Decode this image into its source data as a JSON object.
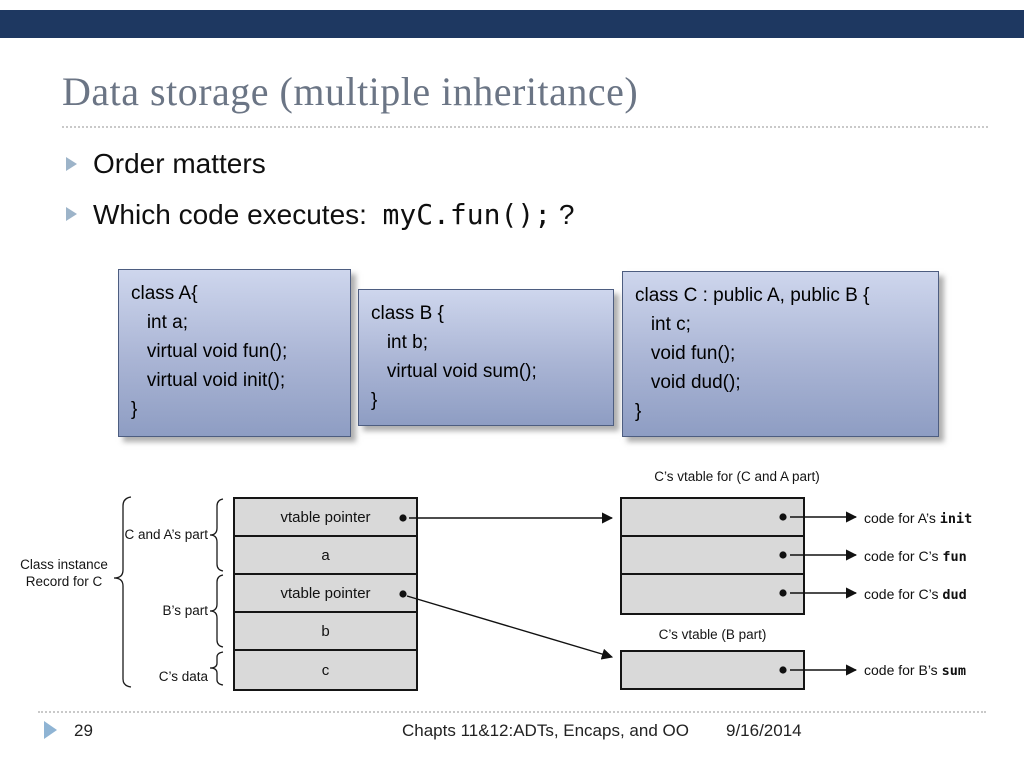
{
  "slide": {
    "title": "Data storage (multiple inheritance)",
    "bullet1": "Order matters",
    "bullet2": {
      "prefix": "Which code executes:  ",
      "code": "myC.fun();",
      "suffix": " ?"
    },
    "code_boxes": {
      "a": {
        "lines": [
          "class A{",
          "   int a;",
          "   virtual void fun();",
          "   virtual void init();",
          "}"
        ]
      },
      "b": {
        "lines": [
          "class B {",
          "   int b;",
          "   virtual void sum();",
          "}"
        ]
      },
      "c": {
        "lines": [
          "class C : public A, public B {",
          "   int c;",
          "   void fun();",
          "   void dud();",
          "}"
        ]
      }
    },
    "diagram": {
      "class_instance_label_line1": "Class instance",
      "class_instance_label_line2": "Record for C",
      "group_c_and_a": "C and A’s part",
      "group_b": "B’s part",
      "group_c_data": "C’s data",
      "record_cells": [
        "vtable pointer",
        "a",
        "vtable pointer",
        "b",
        "c"
      ],
      "vtable_ca_title": "C’s vtable for (C and A part)",
      "vtable_b_title": "C’s vtable (B part)",
      "code_labels": [
        {
          "prefix": "code for A’s ",
          "mono": "init"
        },
        {
          "prefix": "code for C’s ",
          "mono": "fun"
        },
        {
          "prefix": "code for C’s ",
          "mono": "dud"
        },
        {
          "prefix": "code for B’s ",
          "mono": "sum"
        }
      ]
    },
    "footer": {
      "page": "29",
      "center": "Chapts 11&12:ADTs, Encaps, and OO",
      "date": "9/16/2014"
    }
  }
}
